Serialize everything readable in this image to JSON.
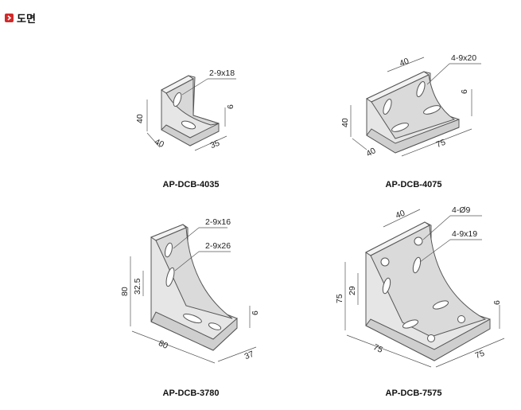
{
  "header": {
    "title": "도면"
  },
  "figures": [
    {
      "caption": "AP-DCB-4035",
      "dims": {
        "hole": "2-9x18",
        "thick": "6",
        "height": "40",
        "width": "40",
        "depth": "35"
      }
    },
    {
      "caption": "AP-DCB-4075",
      "dims": {
        "top": "40",
        "hole": "4-9x20",
        "thick": "6",
        "height": "40",
        "width": "40",
        "depth": "75"
      }
    },
    {
      "caption": "AP-DCB-3780",
      "dims": {
        "hole1": "2-9x16",
        "hole2": "2-9x26",
        "height": "80",
        "mid": "32.5",
        "thick": "6",
        "width": "80",
        "depth": "37"
      }
    },
    {
      "caption": "AP-DCB-7575",
      "dims": {
        "top": "40",
        "hole1": "4-Ø9",
        "hole2": "4-9x19",
        "mid": "29",
        "height": "75",
        "thick": "6",
        "width": "75",
        "depth": "75"
      }
    }
  ]
}
